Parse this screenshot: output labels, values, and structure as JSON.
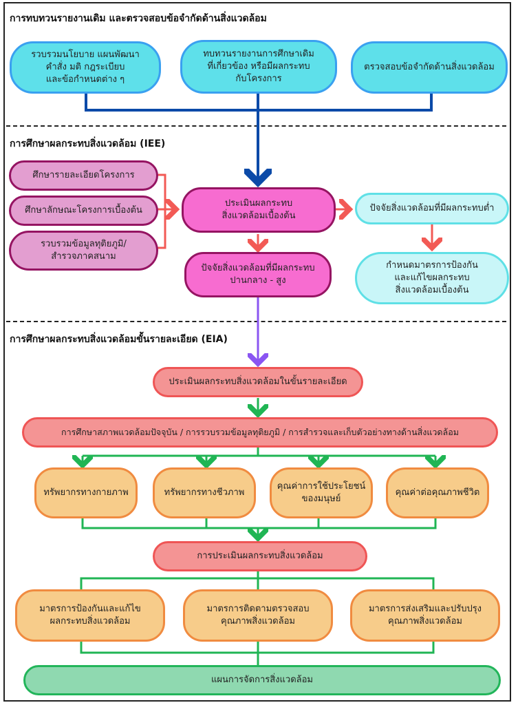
{
  "sections": {
    "review": {
      "title": "การทบทวนรายงานเดิม และตรวจสอบข้อจำกัดด้านสิ่งแวดล้อม"
    },
    "iee": {
      "title": "การศึกษาผลกระทบสิ่งแวดล้อม (IEE)"
    },
    "eia": {
      "title": "การศึกษาผลกระทบสิ่งแวดล้อมขั้นรายละเอียด (EIA)"
    }
  },
  "review_nodes": [
    {
      "label": "รวบรวมนโยบาย แผนพัฒนา\nคำสั่ง มติ กฎระเบียบ\nและข้อกำหนดต่าง ๆ"
    },
    {
      "label": "ทบทวนรายงานการศึกษาเดิม\nที่เกี่ยวข้อง หรือมีผลกระทบ\nกับโครงการ"
    },
    {
      "label": "ตรวจสอบข้อจำกัดด้านสิ่งแวดล้อม"
    }
  ],
  "iee_inputs": [
    {
      "label": "ศึกษารายละเอียดโครงการ"
    },
    {
      "label": "ศึกษาลักษณะโครงการเบื้องต้น"
    },
    {
      "label": "รวบรวมข้อมูลทุติยภูมิ/\nสำรวจภาคสนาม"
    }
  ],
  "iee_assess": {
    "label": "ประเมินผลกระทบ\nสิ่งแวดล้อมเบื้องต้น"
  },
  "iee_low": {
    "label": "ปัจจัยสิ่งแวดล้อมที่มีผลกระทบต่ำ"
  },
  "iee_low_measure": {
    "label": "กำหนดมาตรการป้องกัน\nและแก้ไขผลกระทบ\nสิ่งแวดล้อมเบื้องต้น"
  },
  "iee_high": {
    "label": "ปัจจัยสิ่งแวดล้อมที่มีผลกระทบ\nปานกลาง - สูง"
  },
  "eia_assess": {
    "label": "ประเมินผลกระทบสิ่งแวดล้อมในขั้นรายละเอียด"
  },
  "eia_study": {
    "label": "การศึกษาสภาพแวดล้อมปัจจุบัน / การรวบรวมข้อมูลทุติยภูมิ / การสำรวจและเก็บตัวอย่างทางด้านสิ่งแวดล้อม"
  },
  "eia_resources": [
    {
      "label": "ทรัพยากรทางกายภาพ"
    },
    {
      "label": "ทรัพยากรทางชีวภาพ"
    },
    {
      "label": "คุณค่าการใช้ประโยชน์\nของมนุษย์"
    },
    {
      "label": "คุณค่าต่อคุณภาพชีวิต"
    }
  ],
  "eia_impact": {
    "label": "การประเมินผลกระทบสิ่งแวดล้อม"
  },
  "eia_measures": [
    {
      "label": "มาตรการป้องกันและแก้ไข\nผลกระทบสิ่งแวดล้อม"
    },
    {
      "label": "มาตรการติดตามตรวจสอบ\nคุณภาพสิ่งแวดล้อม"
    },
    {
      "label": "มาตรการส่งเสริมและปรับปรุง\nคุณภาพสิ่งแวดล้อม"
    }
  ],
  "eia_plan": {
    "label": "แผนการจัดการสิ่งแวดล้อม"
  },
  "colors": {
    "review_line": "#0b4aa8",
    "iee_line": "#f25a55",
    "eia_entry_line": "#8a55f2",
    "eia_line": "#20b554"
  }
}
